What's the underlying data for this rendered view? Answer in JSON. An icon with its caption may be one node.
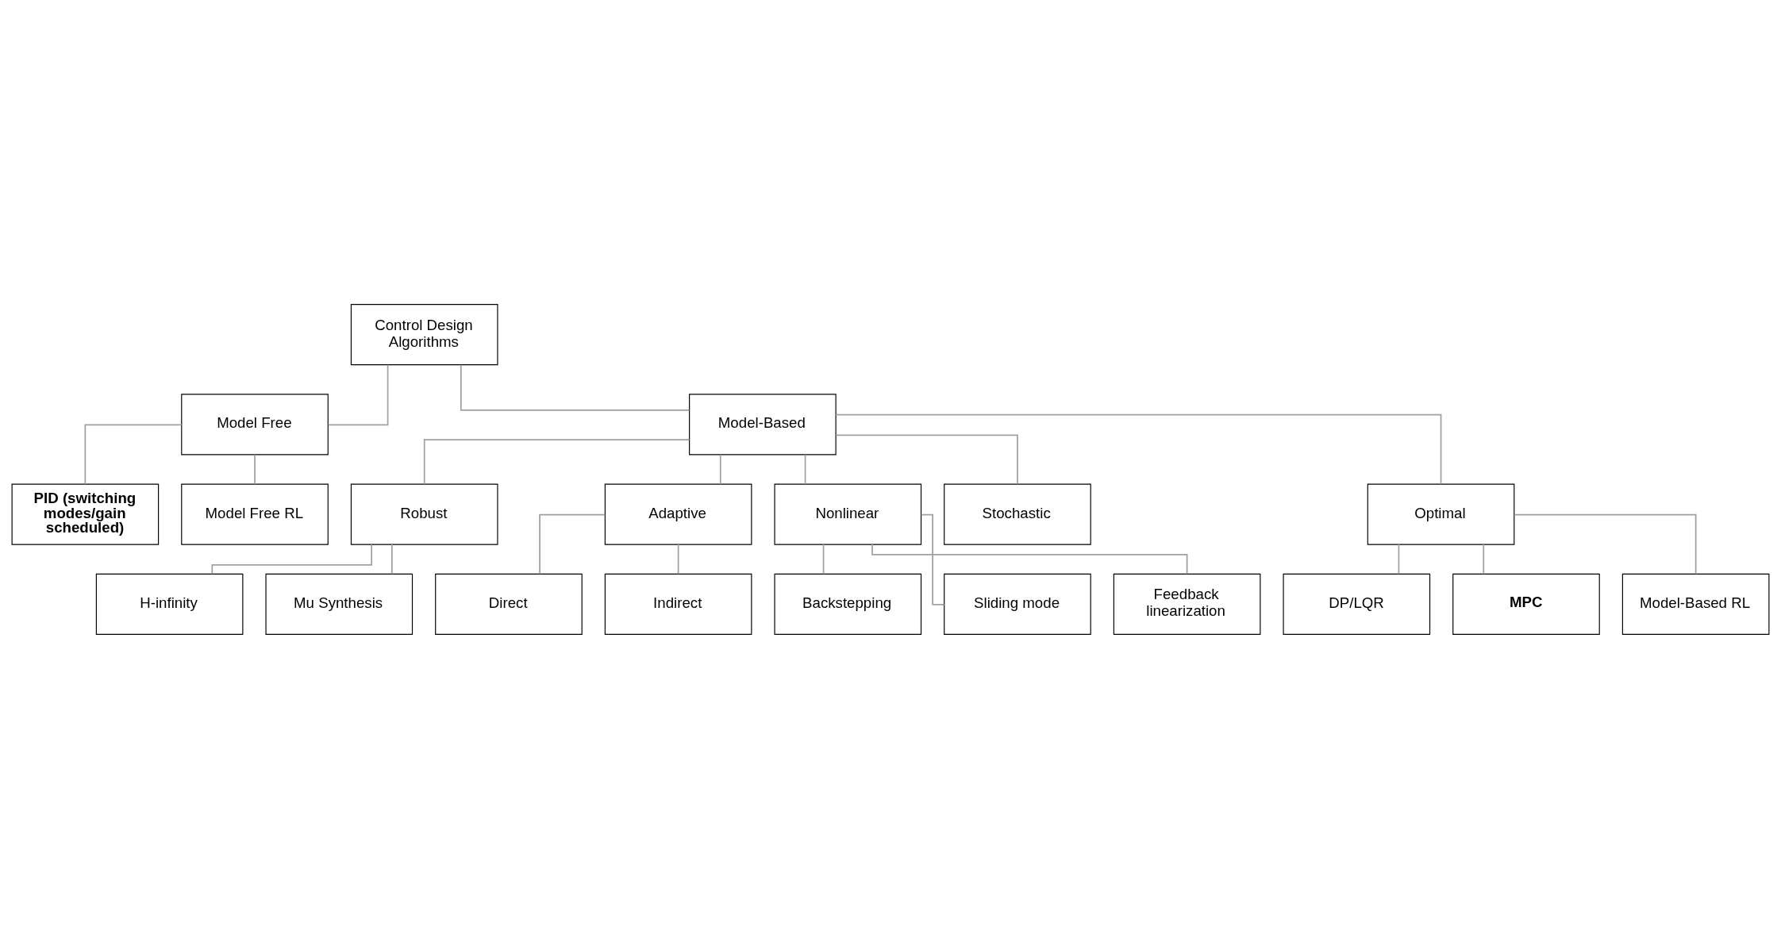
{
  "diagram": {
    "nodes": [
      {
        "text": [
          "Control Design Algorithms"
        ]
      },
      {
        "text": [
          "Model Free"
        ]
      },
      {
        "text": [
          "Model-Based"
        ]
      },
      {
        "text": [
          "**PID (switching modes/gain scheduled)**"
        ]
      },
      {
        "text": [
          "Model Free RL"
        ]
      },
      {
        "text": [
          "Robust"
        ]
      },
      {
        "text": [
          "Adaptive"
        ]
      },
      {
        "text": [
          "Nonlinear"
        ]
      },
      {
        "text": [
          "Stochastic"
        ]
      },
      {
        "text": [
          "Optimal"
        ]
      },
      {
        "text": [
          "H-infinity"
        ]
      },
      {
        "text": [
          "Mu Synthesis"
        ]
      },
      {
        "text": [
          "Direct"
        ]
      },
      {
        "text": [
          "Indirect"
        ]
      },
      {
        "text": [
          "Backstepping"
        ]
      },
      {
        "text": [
          "Sliding mode"
        ]
      },
      {
        "text": [
          "Feedback linearization"
        ]
      },
      {
        "text": [
          "DP/LQR"
        ]
      },
      {
        "text": [
          "**MPC**"
        ]
      },
      {
        "text": [
          "Model-Based RL"
        ]
      }
    ],
    "edges": [
      {
        "from": 0,
        "to": 1,
        "arrow": "none"
      },
      {
        "from": 0,
        "to": 2,
        "arrow": "none"
      },
      {
        "from": 1,
        "to": 3,
        "arrow": "none"
      },
      {
        "from": 1,
        "to": 4,
        "arrow": "none"
      },
      {
        "from": 2,
        "to": 5,
        "arrow": "none"
      },
      {
        "from": 2,
        "to": 6,
        "arrow": "none"
      },
      {
        "from": 2,
        "to": 7,
        "arrow": "none"
      },
      {
        "from": 2,
        "to": 8,
        "arrow": "none"
      },
      {
        "from": 2,
        "to": 9,
        "arrow": "none"
      },
      {
        "from": 5,
        "to": 10,
        "arrow": "none"
      },
      {
        "from": 5,
        "to": 11,
        "arrow": "none"
      },
      {
        "from": 6,
        "to": 12,
        "arrow": "none"
      },
      {
        "from": 6,
        "to": 13,
        "arrow": "none"
      },
      {
        "from": 7,
        "to": 14,
        "arrow": "none"
      },
      {
        "from": 7,
        "to": 15,
        "arrow": "none"
      },
      {
        "from": 7,
        "to": 16,
        "arrow": "none"
      },
      {
        "from": 9,
        "to": 17,
        "arrow": "none"
      },
      {
        "from": 9,
        "to": 18,
        "arrow": "none"
      },
      {
        "from": 9,
        "to": 19,
        "arrow": "none"
      }
    ]
  }
}
